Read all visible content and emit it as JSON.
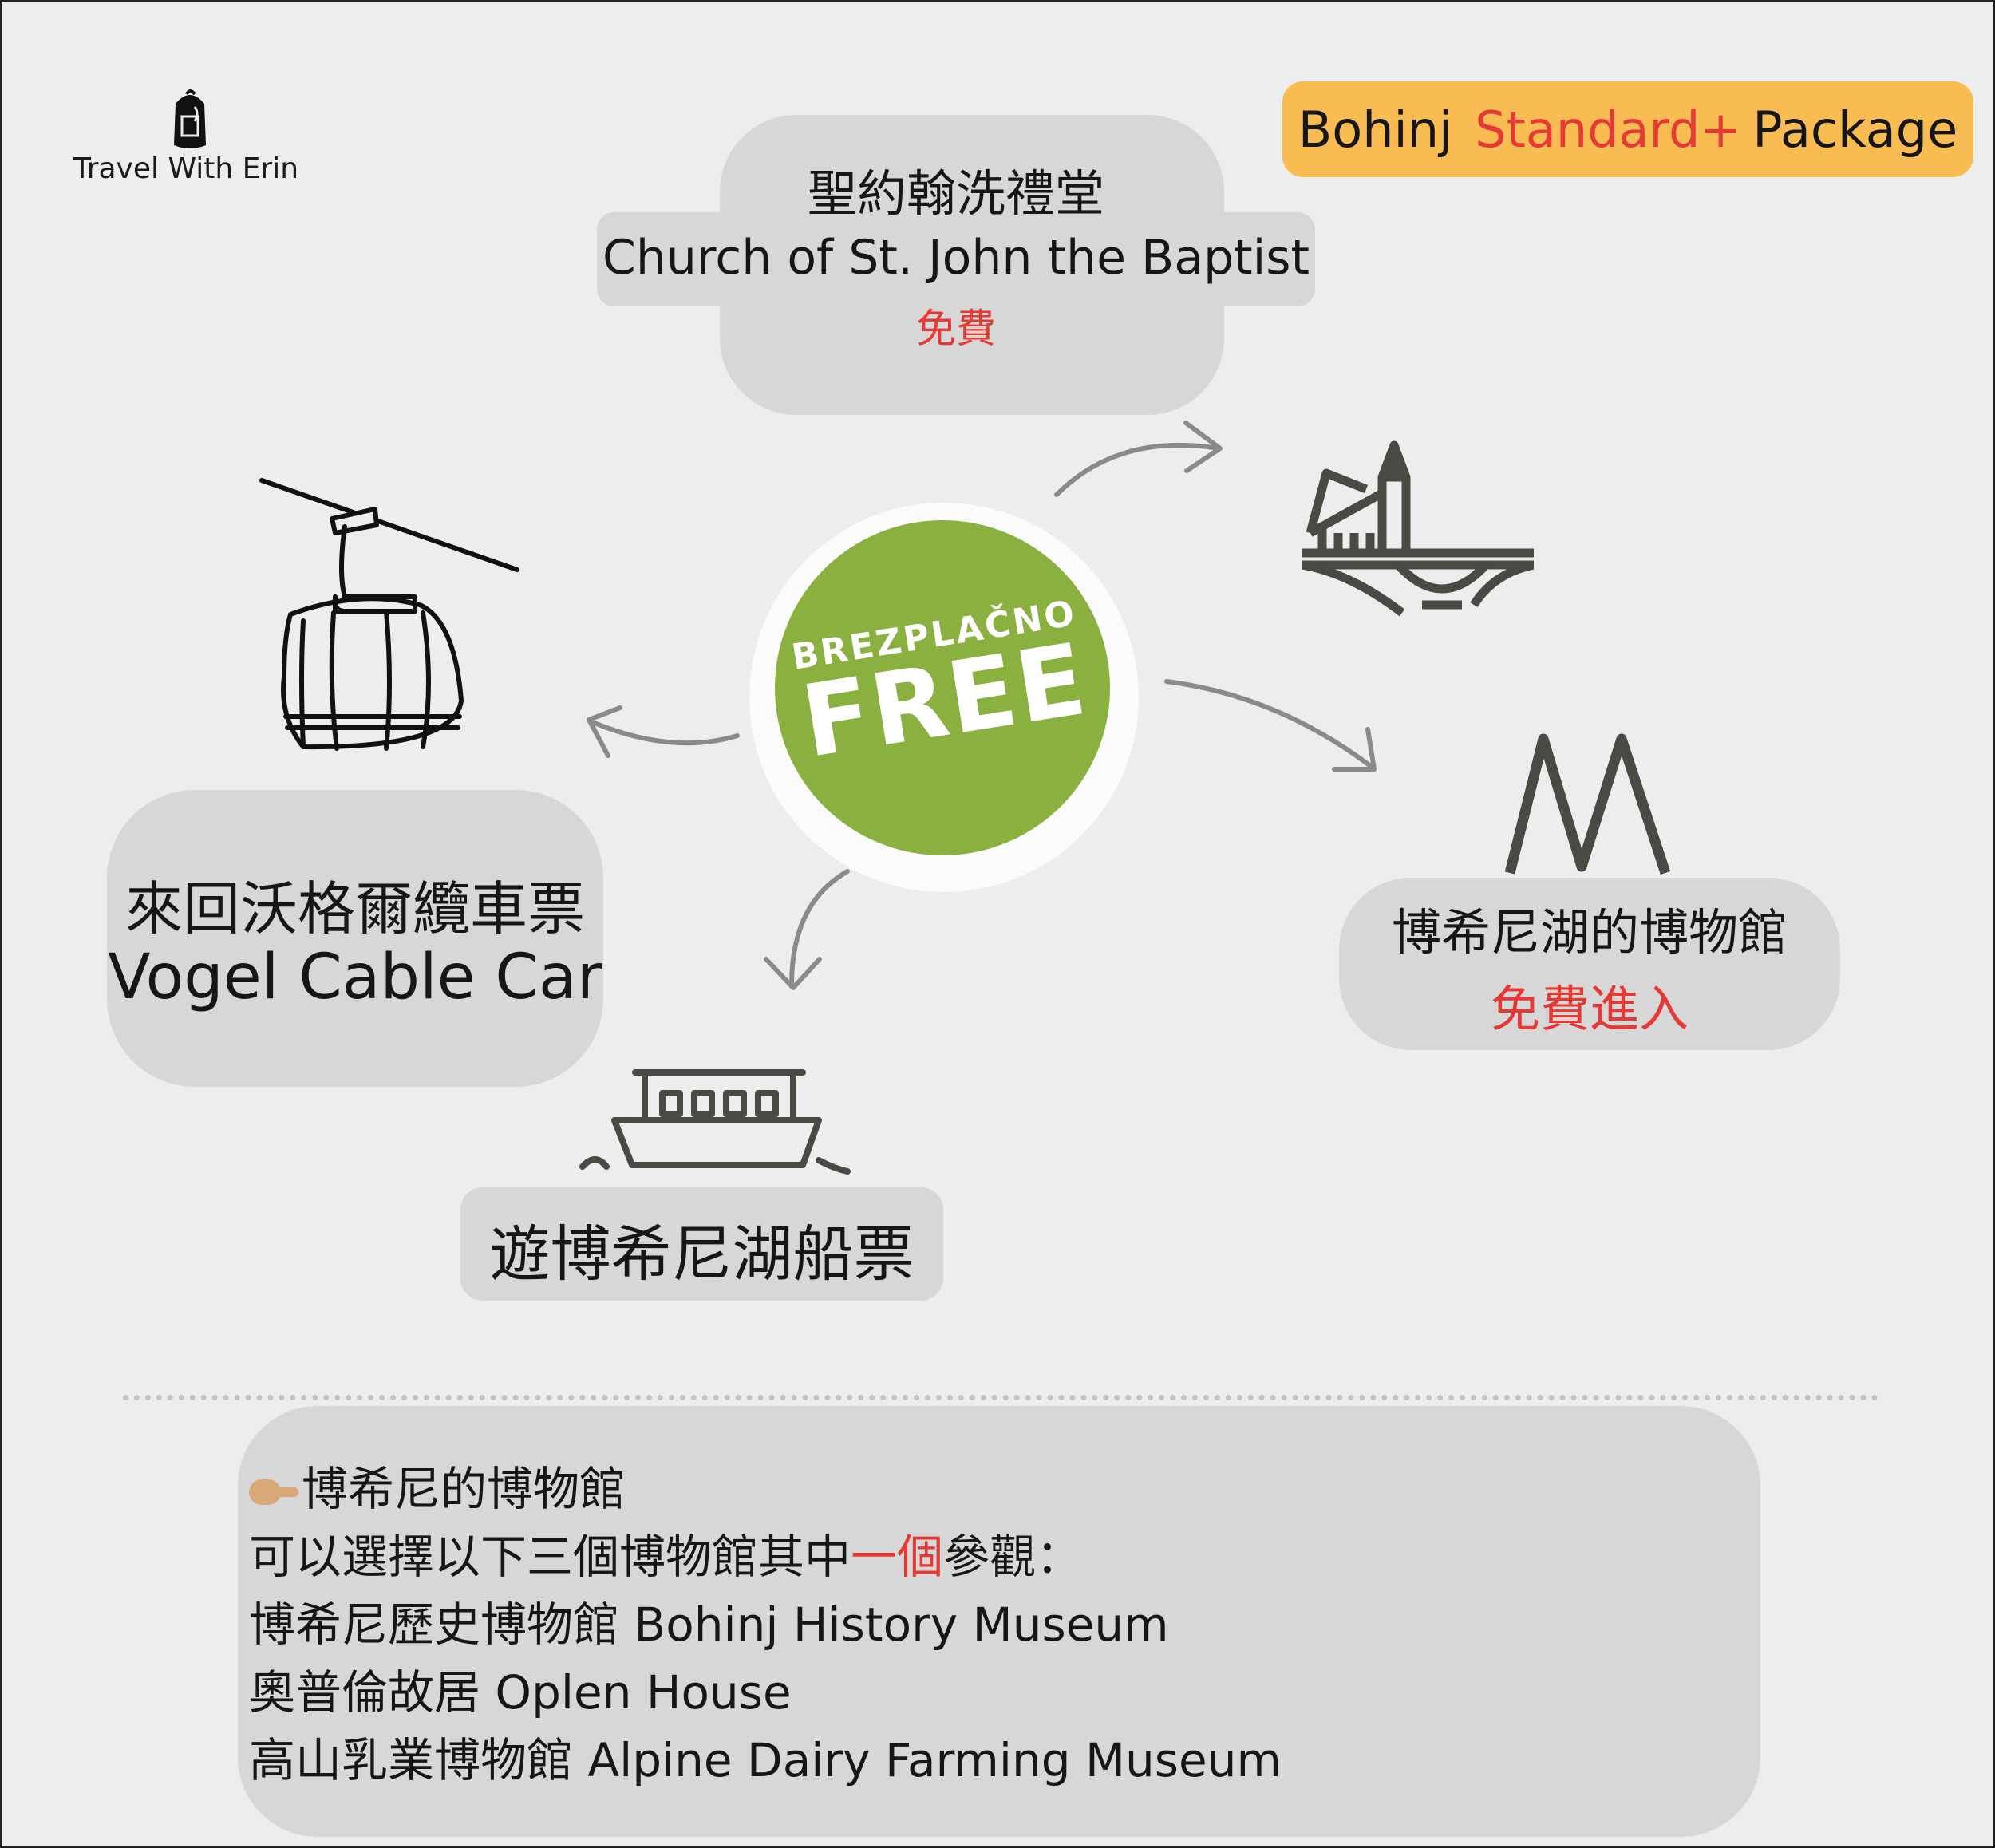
{
  "logo": {
    "text": "Travel With Erin"
  },
  "badge": {
    "place": "Bohinj",
    "tier": "Standard+",
    "word": "Package",
    "tier_color": "#e53935",
    "bg_color": "#f9bc52"
  },
  "center_badge": {
    "line1": "BREZPLAČNO",
    "line2": "FREE",
    "color": "#8ab140"
  },
  "church": {
    "name_zh": "聖約翰洗禮堂",
    "name_en": "Church of St. John the Baptist",
    "price": "免費",
    "icon": "church-bridge-icon"
  },
  "cable_car": {
    "name_zh": "來回沃格爾纜車票",
    "name_en": "Vogel Cable Car",
    "icon": "gondola-icon"
  },
  "boat": {
    "name_zh": "遊博希尼湖船票",
    "icon": "boat-icon"
  },
  "museum": {
    "name_zh": "博希尼湖的博物館",
    "price": "免費進入",
    "icon": "mountain-icon"
  },
  "info": {
    "heading": "博希尼的博物館",
    "choose_prefix": "可以選擇以下三個博物館其中",
    "choose_highlight": "一個",
    "choose_suffix": "參觀：",
    "museums": [
      "博希尼歷史博物館 Bohinj History Museum",
      "奧普倫故居 Oplen House",
      "高山乳業博物館  Alpine Dairy Farming Museum"
    ],
    "accent_color": "#e53935"
  }
}
